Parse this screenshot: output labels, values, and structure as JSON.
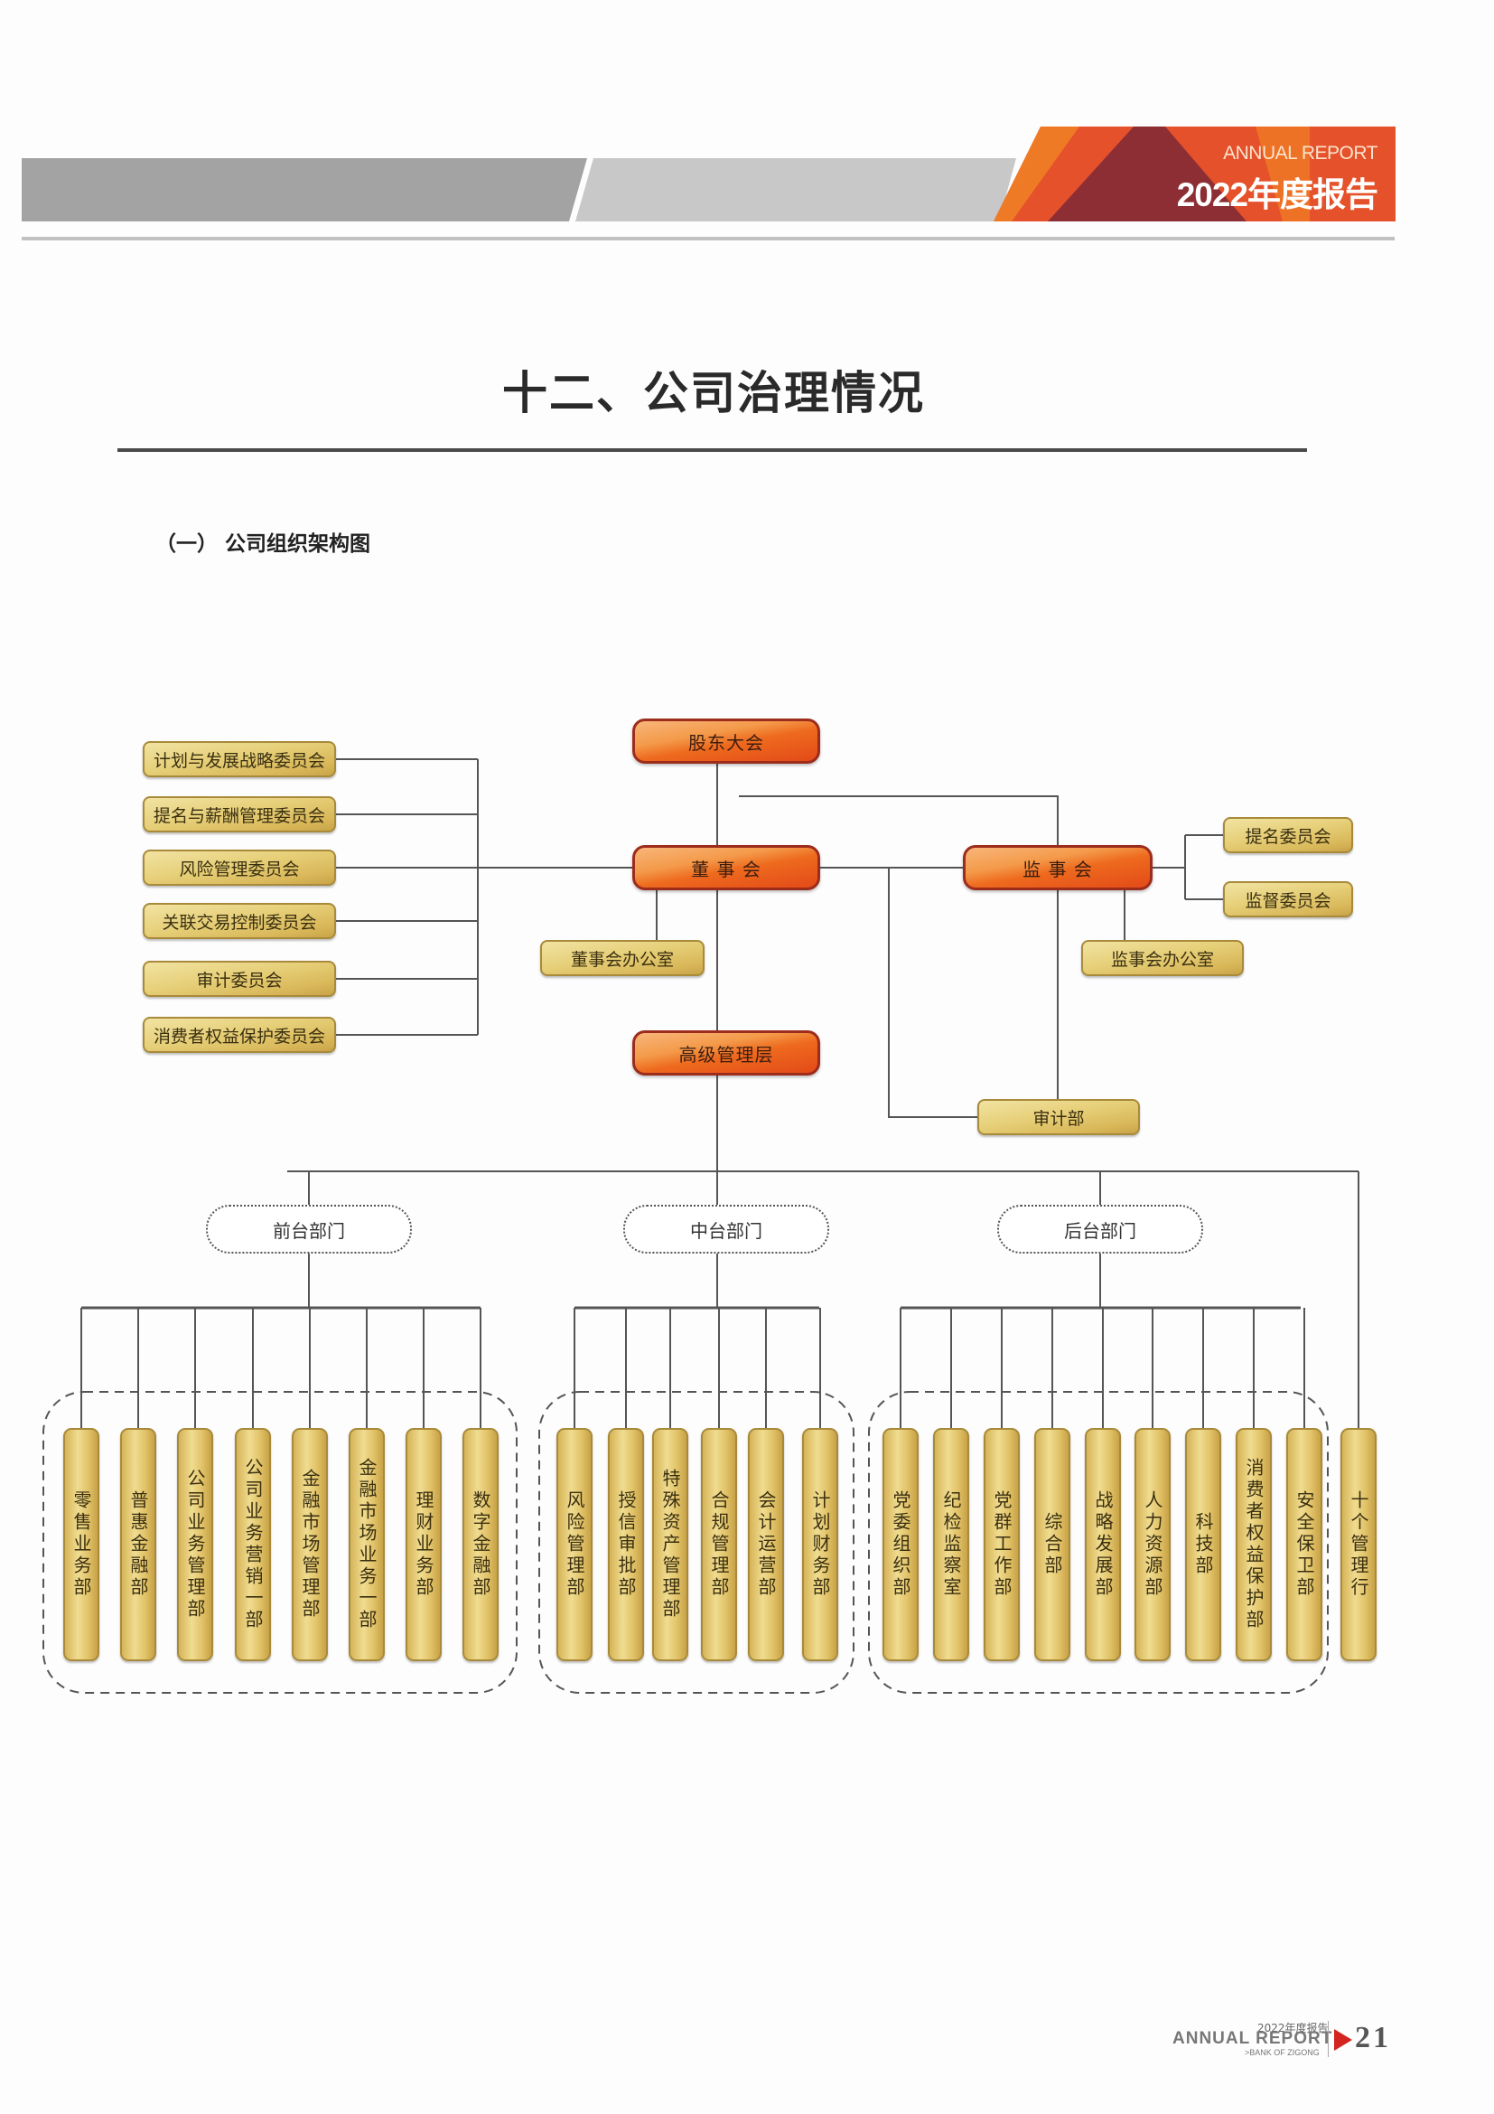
{
  "header": {
    "annual_report_en": "ANNUAL REPORT",
    "annual_report_cn": "2022年度报告",
    "colors": {
      "gray_dark": "#a3a3a3",
      "gray_light": "#c8c8c8",
      "orange": "#e5512a",
      "maroon": "#8c2e34"
    }
  },
  "page": {
    "title": "十二、公司治理情况",
    "section_heading": "（一）  公司组织架构图"
  },
  "org_chart": {
    "shareholders_meeting": "股东大会",
    "board_of_directors": "董 事 会",
    "board_of_supervisors": "监 事 会",
    "senior_management": "高级管理层",
    "board_office": "董事会办公室",
    "supervisors_office": "监事会办公室",
    "audit_department": "审计部",
    "board_committees": [
      "计划与发展战略委员会",
      "提名与薪酬管理委员会",
      "风险管理委员会",
      "关联交易控制委员会",
      "审计委员会",
      "消费者权益保护委员会"
    ],
    "supervisor_committees": [
      "提名委员会",
      "监督委员会"
    ],
    "groups": {
      "front": {
        "label": "前台部门",
        "departments": [
          "零售业务部",
          "普惠金融部",
          "公司业务管理部",
          "公司业务营销一部",
          "金融市场管理部",
          "金融市场业务一部",
          "理财业务部",
          "数字金融部"
        ]
      },
      "middle": {
        "label": "中台部门",
        "departments": [
          "风险管理部",
          "授信审批部",
          "特殊资产管理部",
          "合规管理部",
          "会计运营部",
          "计划财务部"
        ]
      },
      "back": {
        "label": "后台部门",
        "departments": [
          "党委组织部",
          "纪检监察室",
          "党群工作部",
          "综合部",
          "战略发展部",
          "人力资源部",
          "科技部",
          "消费者权益保护部",
          "安全保卫部"
        ]
      }
    },
    "branches": "十个管理行",
    "colors": {
      "primary_box": "#ee6a1e",
      "secondary_box": "#e2c46a",
      "line": "#555555"
    }
  },
  "footer": {
    "report_cn": "2022年度报告",
    "report_en": "ANNUAL REPORT",
    "bank_name": ">BANK OF ZIGONG",
    "page_number": "21"
  }
}
